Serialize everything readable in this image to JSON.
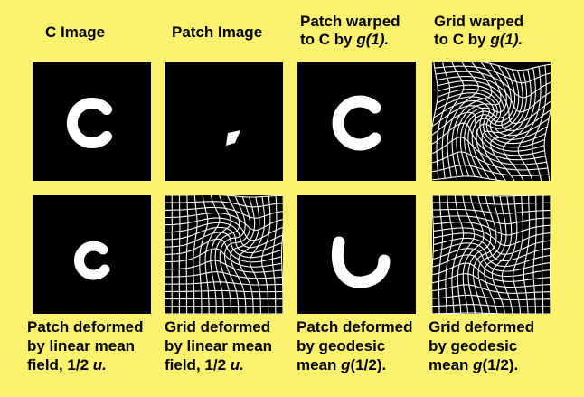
{
  "headers": {
    "col1": "C Image",
    "col2": "Patch Image",
    "col3_line1": "Patch warped",
    "col3_line2a": "to C by ",
    "col3_line2b": "g(1).",
    "col4_line1": "Grid warped",
    "col4_line2a": "to C by ",
    "col4_line2b": "g(1)."
  },
  "captions": {
    "c1": {
      "l1": "Patch deformed",
      "l2": "by linear mean",
      "l3a": "field, 1/2 ",
      "l3b": "u."
    },
    "c2": {
      "l1": "Grid deformed",
      "l2": "by linear mean",
      "l3a": "field, 1/2 ",
      "l3b": "u."
    },
    "c3": {
      "l1": "Patch deformed",
      "l2": "by geodesic",
      "l3a": "mean ",
      "l3b": "g",
      "l3c": "(1/2)."
    },
    "c4": {
      "l1": "Grid deformed",
      "l2": "by geodesic",
      "l3a": "mean ",
      "l3b": "g",
      "l3c": "(1/2)."
    }
  },
  "colors": {
    "background": "#fcf26e",
    "panel": "#000000",
    "shape": "#ffffff"
  }
}
